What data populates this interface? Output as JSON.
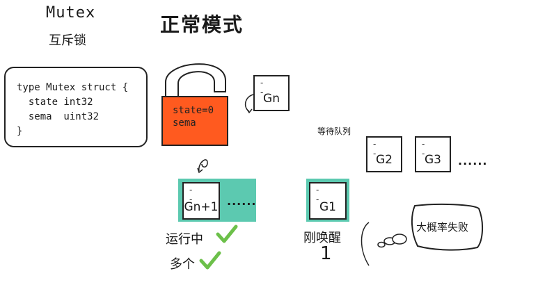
{
  "header": {
    "title": "Mutex",
    "subtitle": "互斥锁",
    "mode_title": "正常模式"
  },
  "struct": {
    "code": "type Mutex struct {\n  state int32\n  sema  uint32\n}"
  },
  "lock": {
    "text": "state=0\nsema",
    "color": "#ff5a1f"
  },
  "goroutines": {
    "gn": "Gn",
    "gn_plus_1": "Gn+1",
    "g1": "G1",
    "g2": "G2",
    "g3": "G3",
    "eyes": "- -"
  },
  "labels": {
    "wait_queue": "等待队列",
    "running": "运行中",
    "many": "多个",
    "just_woken": "刚唤醒",
    "woken_count": "1",
    "likely_fail": "大概率失败",
    "ellipsis": "......"
  },
  "colors": {
    "teal": "#5cc9b0",
    "check": "#6cc04a"
  }
}
